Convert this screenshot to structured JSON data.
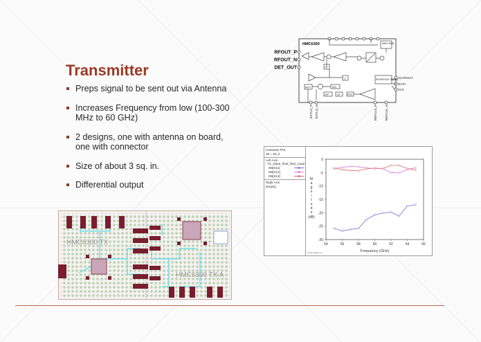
{
  "slide": {
    "title": "Transmitter",
    "bullets": [
      "Preps signal to be sent out via Antenna",
      "Increases Frequency from low (100-300 MHz to 60 GHz)",
      "2 designs, one with antenna on board, one with connector",
      "Size of about 3 sq. in.",
      "Differential output"
    ],
    "accent_color": "#9b3a25"
  },
  "block_diagram": {
    "chip": "HMC6300",
    "left_pins": [
      "RFOUT_P",
      "RFOUT_N",
      "DET_OUT"
    ],
    "right_pins": [
      "SCANOUT",
      "DATA",
      "CLK"
    ],
    "bottom_pins": [
      "EXTLO_P",
      "EXTLO_N",
      "REFCLK_P",
      "REFCLK_N"
    ],
    "blocks": {
      "msk": "MSK/ MOD",
      "serial": "INTERFACE SERIAL",
      "mux": "MUX",
      "x3": "×3",
      "div2": "÷2",
      "div": "DIV",
      "lpf": "LPF",
      "cp": "CP",
      "pfd": "PFD"
    }
  },
  "pcb": {
    "label_left": "HMC6300 TX",
    "label_right": "HMC6300 TX A"
  },
  "chart_data": {
    "type": "line",
    "panel": {
      "title": "Cartesian Plot",
      "subtitle": "Z0 = 50_0",
      "left_axis_title": "Left Axis",
      "dataset": "TX_stripe_final_final_coupl",
      "right_axis_title": "Right Axis",
      "right_axis_value": "[empty]",
      "footer": "Ansoft Software Inc."
    },
    "xlabel": "Frequency (GHz)",
    "ylabel": "Magnitude",
    "yunit": "(dB)",
    "xlim": [
      54,
      66
    ],
    "ylim": [
      -30,
      0
    ],
    "xticks": [
      "54",
      "56",
      "58",
      "60",
      "62",
      "64",
      "66"
    ],
    "yticks": [
      "0",
      "-5",
      "-10",
      "-15",
      "-20",
      "-25",
      "-30"
    ],
    "x": [
      55,
      56,
      57,
      58,
      59,
      60,
      61,
      62,
      63,
      64,
      65
    ],
    "series": [
      {
        "name": "DB[S11]",
        "color": "#7070d8",
        "values": [
          -25.8,
          -26.8,
          -26.2,
          -25.8,
          -22.5,
          -20.8,
          -20.1,
          -19.8,
          -21.2,
          -17.5,
          -17.0
        ]
      },
      {
        "name": "DB[S12]",
        "color": "#d870d8",
        "values": [
          -3.5,
          -3.0,
          -2.7,
          -2.8,
          -3.3,
          -3.5,
          -3.5,
          -5.0,
          -5.1,
          -3.8,
          -3.2
        ]
      },
      {
        "name": "DB[S13]",
        "color": "#d86868",
        "values": [
          -3.3,
          -3.9,
          -4.2,
          -4.3,
          -3.6,
          -3.3,
          -3.5,
          -2.3,
          -2.3,
          -3.5,
          -4.0
        ]
      }
    ],
    "grid": false,
    "legend": "left-panel"
  }
}
